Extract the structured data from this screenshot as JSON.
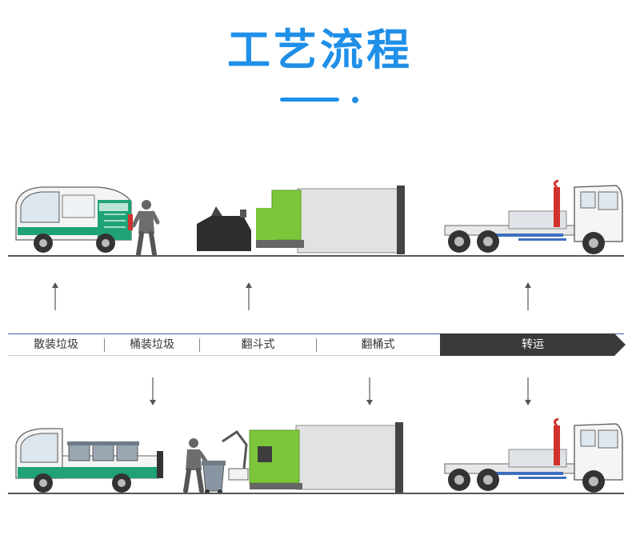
{
  "title": "工艺流程",
  "stages": [
    {
      "label": "散装垃圾"
    },
    {
      "label": "桶装垃圾"
    },
    {
      "label": "翻斗式"
    },
    {
      "label": "翻桶式"
    }
  ],
  "final_stage": {
    "label": "转运"
  },
  "colors": {
    "title": "#1f8fe8",
    "vehicle_green": "#1fa277",
    "compactor_green": "#7cc63a",
    "container_gray": "#e2e2e2",
    "final_band": "#3a3a3a"
  },
  "icons": [
    "electric-collector-truck",
    "worker-figure",
    "hopper-compactor-station",
    "hook-lift-truck",
    "bin-carrier-truck",
    "waste-bin",
    "bin-lifter-compactor-station"
  ]
}
